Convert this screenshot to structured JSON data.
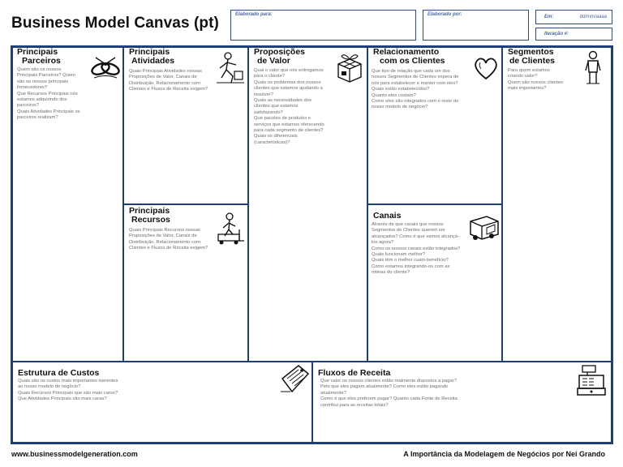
{
  "header": {
    "title": "Business Model Canvas (pt)",
    "prepared_for_label": "Elaborado para:",
    "prepared_by_label": "Elaborado por:",
    "date_label": "Em:",
    "date_value": "dd/mm/aaaa",
    "iteration_label": "Iteração #:"
  },
  "blocks": {
    "key_partners": {
      "title": [
        "Principais",
        "Parceiros"
      ],
      "questions": [
        "Quem são os nossos",
        "Principais Parceiros? Quem",
        "são os nossos principais",
        "fornecedores?",
        "Que Recursos Principais nós",
        "estamos adquirindo dos",
        "parceiros?",
        "Quais Atividades Principais os",
        "parceiros realizam?"
      ]
    },
    "key_activities": {
      "title": [
        "Principais",
        "Atividades"
      ],
      "questions": [
        "Quais Principais Atividades nossas",
        "Proposições de Valor, Canais de",
        "Distribuição, Relacionamento com",
        "Clientes e Fluxos de Receita exigem?"
      ]
    },
    "value_propositions": {
      "title": [
        "Proposições",
        "de Valor"
      ],
      "questions": [
        "Qual o valor que nós entregamos",
        "para o cliente?",
        "Quais os problemas dos nossos",
        "clientes que estamos ajudando a",
        "resolver?",
        "Quais as necessidades dos",
        "clientes que estamos",
        "satisfazendo?",
        "Que pacotes de produtos e",
        "serviços que estamos oferecendo",
        "para cada segmento de clientes?",
        "Quais os diferenciais",
        "(características)?"
      ]
    },
    "customer_relationships": {
      "title": [
        "Relacionamento",
        "com os Clientes"
      ],
      "questions": [
        "Que tipo de relação que cada um dos",
        "nossos Segmentos de Clientes espera de",
        "nós para estabelecer e manter com eles?",
        "Quais estão estabelecidos?",
        "Quanto eles custam?",
        "Como eles são integrados com o resto do",
        "nosso modelo de negócio?"
      ]
    },
    "customer_segments": {
      "title": [
        "Segmentos",
        "de Clientes"
      ],
      "questions": [
        "Para quem estamos",
        "criando valor?",
        "Quem são nossos clientes",
        "mais importantes?"
      ]
    },
    "key_resources": {
      "title": [
        "Principais",
        "Recursos"
      ],
      "questions": [
        "Quais Principais Recursos nossas",
        "Proposições de Valor, Canais de",
        "Distribuição, Relacionamento com",
        "Clientes e Fluxos de Receita exigem?"
      ]
    },
    "channels": {
      "title": [
        "Canais"
      ],
      "questions": [
        "Através de que canais que nossos",
        "Segmentos de Clientes querem ser",
        "alcançados? Como é que vamos alcançá-",
        "los agora?",
        "Como os nossos canais estão integrados?",
        "Quais funcionam melhor?",
        "Quais têm o melhor custo-benefício?",
        "Como estamos integrando-os com as",
        "rotinas do cliente?"
      ]
    },
    "cost_structure": {
      "title": [
        "Estrutura de Custos"
      ],
      "questions": [
        "Quais são os custos mais importantes inerentes",
        "ao nosso modelo de negócio?",
        "Quais Recursos Principais que são mais caros?",
        "Que Atividades Principais são mais caras?"
      ]
    },
    "revenue_streams": {
      "title": [
        "Fluxos de Receita"
      ],
      "questions": [
        "Que valor os nossos clientes estão realmente dispostos a pagar?",
        "Pelo que eles pagam atualmente? Como eles estão pagando",
        "atualmente?",
        "Como é que eles preferem pagar? Quanto cada Fonte de Receita",
        "contribui para as receitas totais?"
      ]
    }
  },
  "footer": {
    "website": "www.businessmodelgeneration.com",
    "credit": "A Importância da Modelagem de Negócios por Nei Grando"
  },
  "colors": {
    "border": "#1f3f7a",
    "header_label": "#4b68a0",
    "question_text": "#6e6e6e"
  },
  "icons": [
    "handshake-link-icon",
    "worker-icon",
    "gift-box-icon",
    "heart-icon",
    "person-icon",
    "forklift-icon",
    "delivery-truck-icon",
    "price-tag-icon",
    "cash-register-icon"
  ]
}
